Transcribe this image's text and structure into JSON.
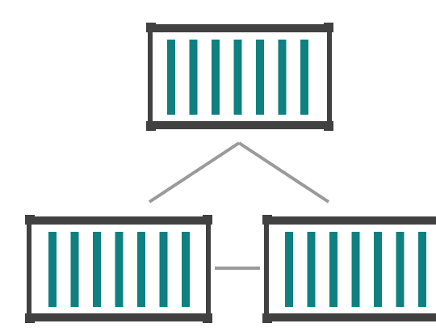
{
  "diagram": {
    "colors": {
      "background": "#ffffff",
      "frame": "#414141",
      "stripe": "#0f8080",
      "connector": "#9a9a9a"
    },
    "containers": [
      {
        "id": "top-container",
        "icon": "shipping-container-icon",
        "stripe_count": 7
      },
      {
        "id": "bottom-left-container",
        "icon": "shipping-container-icon",
        "stripe_count": 7
      },
      {
        "id": "bottom-right-container",
        "icon": "shipping-container-icon",
        "stripe_count": 7
      }
    ],
    "connections": [
      {
        "from": "top-container",
        "to": "bottom-left-container"
      },
      {
        "from": "top-container",
        "to": "bottom-right-container"
      },
      {
        "from": "bottom-left-container",
        "to": "bottom-right-container"
      }
    ]
  }
}
